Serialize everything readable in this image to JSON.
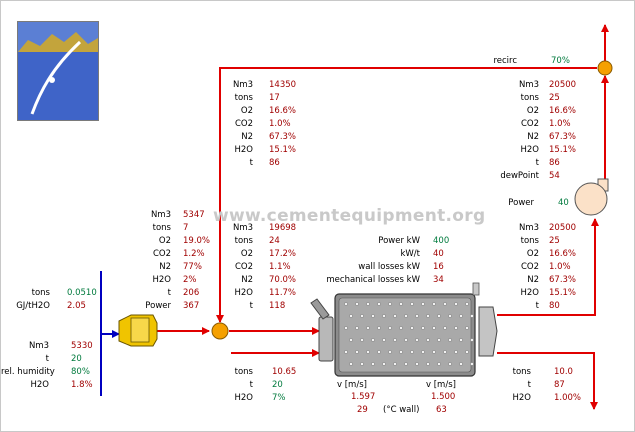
{
  "watermark": "www.cementequipment.org",
  "recirc": {
    "label": "recirc",
    "value": "70%"
  },
  "power_fan": {
    "label": "Power",
    "value": "40"
  },
  "block_top_left": [
    {
      "label": "Nm3",
      "value": "14350"
    },
    {
      "label": "tons",
      "value": "17"
    },
    {
      "label": "O2",
      "value": "16.6%"
    },
    {
      "label": "CO2",
      "value": "1.0%"
    },
    {
      "label": "N2",
      "value": "67.3%"
    },
    {
      "label": "H2O",
      "value": "15.1%"
    },
    {
      "label": "t",
      "value": "86"
    }
  ],
  "block_top_right": [
    {
      "label": "Nm3",
      "value": "20500"
    },
    {
      "label": "tons",
      "value": "25"
    },
    {
      "label": "O2",
      "value": "16.6%"
    },
    {
      "label": "CO2",
      "value": "1.0%"
    },
    {
      "label": "N2",
      "value": "67.3%"
    },
    {
      "label": "H2O",
      "value": "15.1%"
    },
    {
      "label": "t",
      "value": "86"
    },
    {
      "label": "dewPoint",
      "value": "54"
    }
  ],
  "block_hot_gas": [
    {
      "label": "Nm3",
      "value": "5347"
    },
    {
      "label": "tons",
      "value": "7"
    },
    {
      "label": "O2",
      "value": "19.0%"
    },
    {
      "label": "CO2",
      "value": "1.2%"
    },
    {
      "label": "N2",
      "value": "77%"
    },
    {
      "label": "H2O",
      "value": "2%"
    },
    {
      "label": "t",
      "value": "206"
    },
    {
      "label": "Power",
      "value": "367"
    }
  ],
  "block_mill_in": [
    {
      "label": "Nm3",
      "value": "19698"
    },
    {
      "label": "tons",
      "value": "24"
    },
    {
      "label": "O2",
      "value": "17.2%"
    },
    {
      "label": "CO2",
      "value": "1.1%"
    },
    {
      "label": "N2",
      "value": "70.0%"
    },
    {
      "label": "H2O",
      "value": "11.7%"
    },
    {
      "label": "t",
      "value": "118"
    }
  ],
  "block_mill_power": [
    {
      "label": "Power kW",
      "value": "400"
    },
    {
      "label": "kW/t",
      "value": "40"
    },
    {
      "label": "wall losses kW",
      "value": "16"
    },
    {
      "label": "mechanical losses kW",
      "value": "34"
    }
  ],
  "block_mill_out": [
    {
      "label": "Nm3",
      "value": "20500"
    },
    {
      "label": "tons",
      "value": "25"
    },
    {
      "label": "O2",
      "value": "16.6%"
    },
    {
      "label": "CO2",
      "value": "1.0%"
    },
    {
      "label": "N2",
      "value": "67.3%"
    },
    {
      "label": "H2O",
      "value": "15.1%"
    },
    {
      "label": "t",
      "value": "80"
    }
  ],
  "block_fuel": [
    {
      "label": "tons",
      "value": "0.0510"
    },
    {
      "label": "GJ/tH2O",
      "value": "2.05"
    }
  ],
  "block_air": [
    {
      "label": "Nm3",
      "value": "5330"
    },
    {
      "label": "t",
      "value": "20"
    },
    {
      "label": "rel. humidity",
      "value": "80%"
    },
    {
      "label": "H2O",
      "value": "1.8%"
    }
  ],
  "block_feed": [
    {
      "label": "tons",
      "value": "10.65"
    },
    {
      "label": "t",
      "value": "20"
    },
    {
      "label": "H2O",
      "value": "7%"
    }
  ],
  "block_velocity": {
    "col1_label": "v [m/s]",
    "col2_label": "v [m/s]",
    "col1_value": "1.597",
    "col2_value": "1.500",
    "wall_temp": "29",
    "wall_label": "(°C wall)",
    "wall_value": "63"
  },
  "block_product": [
    {
      "label": "tons",
      "value": "10.0"
    },
    {
      "label": "t",
      "value": "87"
    },
    {
      "label": "H2O",
      "value": "1.00%"
    }
  ],
  "colors": {
    "gas_line": "#e00000",
    "air_line": "#0000c0",
    "junction": "#f5a000",
    "burner": "#f0c400",
    "value_red": "#a00000",
    "value_green": "#007a3d"
  }
}
